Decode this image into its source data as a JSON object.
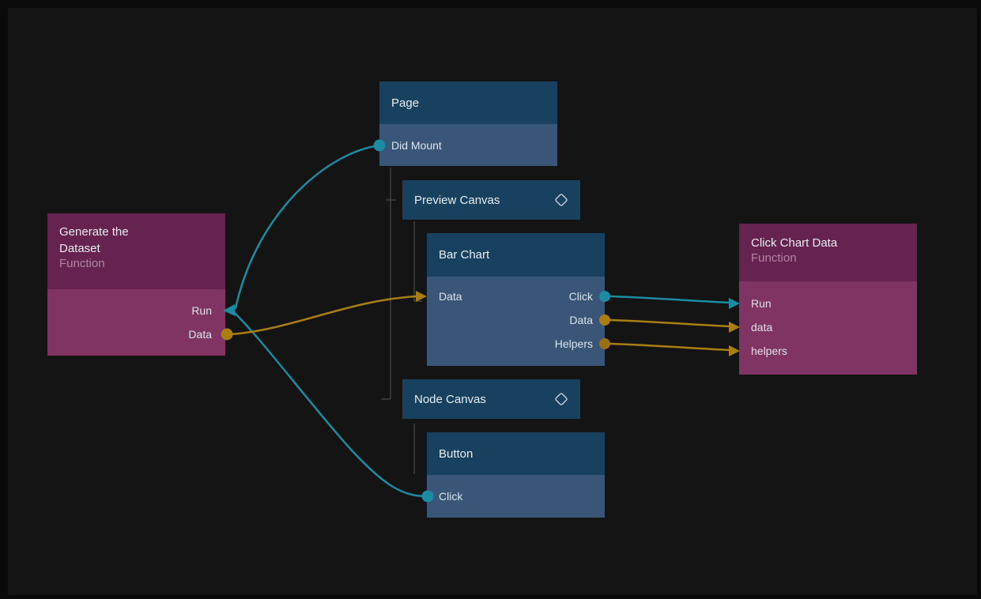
{
  "colors": {
    "signal_wire_teal": "#1b8ca1",
    "data_wire_orange": "#a97f13",
    "node_blue_header": "#18405f",
    "node_blue_body": "#395577",
    "node_magenta_header": "#662250",
    "node_magenta_body": "#7f3463",
    "tree_line_gray": "#565656",
    "canvas_background": "#141414"
  },
  "nodes": {
    "page": {
      "title": "Page",
      "ports": [
        {
          "label": "Did Mount",
          "direction": "output"
        }
      ]
    },
    "preview_canvas": {
      "title": "Preview Canvas",
      "icon": "diamond-icon"
    },
    "barchart": {
      "title": "Bar Chart",
      "inputs": [
        {
          "label": "Data"
        }
      ],
      "outputs": [
        {
          "label": "Click"
        },
        {
          "label": "Data"
        },
        {
          "label": "Helpers"
        }
      ]
    },
    "node_canvas": {
      "title": "Node Canvas",
      "icon": "diamond-icon"
    },
    "button": {
      "title": "Button",
      "ports": [
        {
          "label": "Click",
          "direction": "output"
        }
      ]
    },
    "generate": {
      "title": "Generate the Dataset",
      "subtitle": "Function",
      "ports": [
        {
          "label": "Run",
          "direction": "input"
        },
        {
          "label": "Data",
          "direction": "output"
        }
      ]
    },
    "ccd": {
      "title": "Click Chart Data",
      "subtitle": "Function",
      "ports": [
        {
          "label": "Run",
          "direction": "input"
        },
        {
          "label": "data",
          "direction": "input"
        },
        {
          "label": "helpers",
          "direction": "input"
        }
      ]
    }
  },
  "connections": [
    {
      "from": "Page.Did Mount",
      "to": "Generate the Dataset.Run",
      "type": "signal",
      "color": "#1b8ca1"
    },
    {
      "from": "Button.Click",
      "to": "Generate the Dataset.Run",
      "type": "signal",
      "color": "#1b8ca1"
    },
    {
      "from": "Generate the Dataset.Data",
      "to": "Bar Chart.Data",
      "type": "data",
      "color": "#a97f13"
    },
    {
      "from": "Bar Chart.Click",
      "to": "Click Chart Data.Run",
      "type": "signal",
      "color": "#1b8ca1"
    },
    {
      "from": "Bar Chart.Data",
      "to": "Click Chart Data.data",
      "type": "data",
      "color": "#a97f13"
    },
    {
      "from": "Bar Chart.Helpers",
      "to": "Click Chart Data.helpers",
      "type": "data",
      "color": "#a97f13"
    }
  ]
}
